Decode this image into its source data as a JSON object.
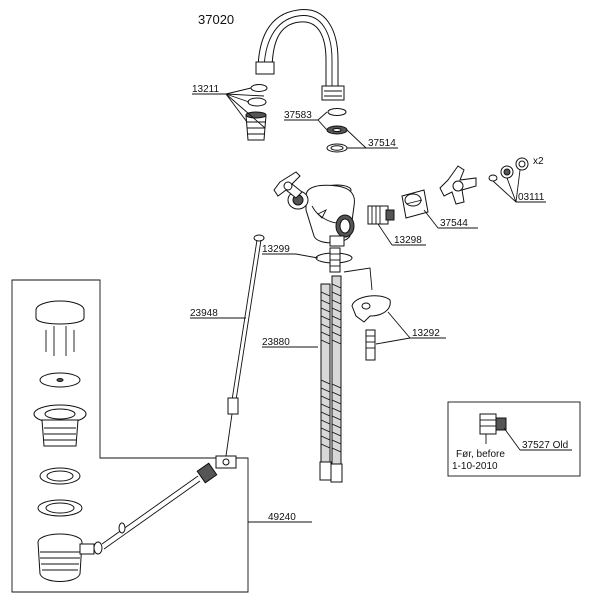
{
  "diagram": {
    "title": "37020",
    "parts": {
      "p13211": "13211",
      "p37583": "37583",
      "p37514": "37514",
      "x2": "x2",
      "p03111": "03111",
      "p37544": "37544",
      "p13298": "13298",
      "p13299": "13299",
      "p23948": "23948",
      "p13292": "13292",
      "p23880": "23880",
      "p49240": "49240"
    },
    "inset": {
      "part": "37527 Old",
      "note_line1": "Før, before",
      "note_line2": "1-10-2010"
    }
  }
}
